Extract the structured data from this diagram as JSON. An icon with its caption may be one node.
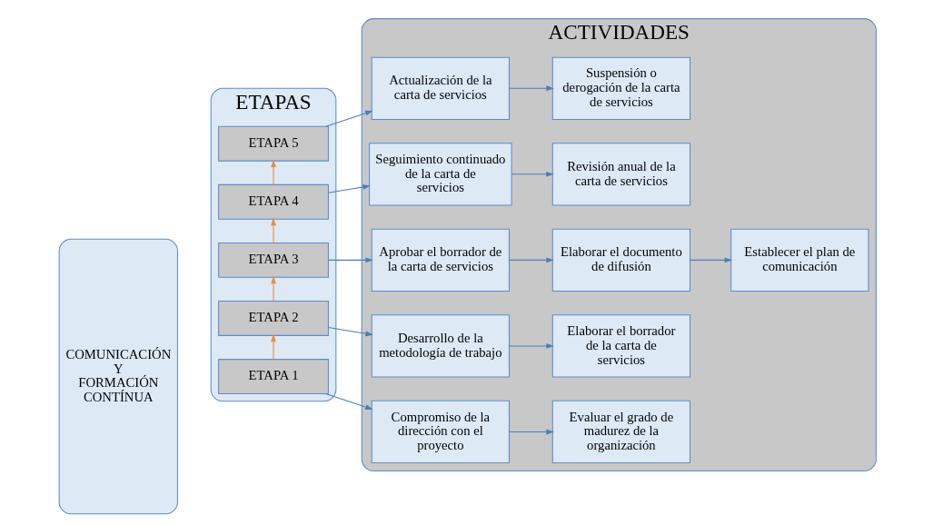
{
  "diagram": {
    "nodes": [
      {
        "text": [
          "ETAPAS"
        ]
      },
      {
        "text": [
          "ETAPA 1"
        ],
        "in": 0
      },
      {
        "text": [
          "ETAPA 2"
        ],
        "in": 0
      },
      {
        "text": [
          "ETAPA 3"
        ],
        "in": 0
      },
      {
        "text": [
          "ETAPA 4"
        ],
        "in": 0
      },
      {
        "text": [
          "ETAPA 5"
        ],
        "in": 0
      },
      {
        "text": [
          "ACTIVIDADES"
        ]
      },
      {
        "text": [
          "Compromiso de la dirección con el proyecto"
        ],
        "in": 6
      },
      {
        "text": [
          "Evaluar el grado de madurez de la organización"
        ],
        "in": 6
      },
      {
        "text": [
          "Desarrollo de la metodología de trabajo"
        ],
        "in": 6
      },
      {
        "text": [
          "Elaborar el borrador de la carta de servicios"
        ],
        "in": 6
      },
      {
        "text": [
          "Aprobar el borrador de la carta de servicios"
        ],
        "in": 6
      },
      {
        "text": [
          "Elaborar el documento de difusión"
        ],
        "in": 6
      },
      {
        "text": [
          "Establecer el plan de comunicación"
        ],
        "in": 6
      },
      {
        "text": [
          "Seguimiento continuado de la carta de servicios"
        ],
        "in": 6
      },
      {
        "text": [
          "Revisión anual de la carta de servicios"
        ],
        "in": 6
      },
      {
        "text": [
          "Actualización de la carta de servicios"
        ],
        "in": 6
      },
      {
        "text": [
          "Suspensión o derogación de la carta de servicios"
        ],
        "in": 6
      },
      {
        "text": [
          "COMUNICACIÓN Y FORMACIÓN CONTÍNUA"
        ]
      }
    ],
    "edges": [
      {
        "from": 1,
        "to": 2,
        "arrow": "to",
        "color": "#f08a3c"
      },
      {
        "from": 2,
        "to": 3,
        "arrow": "to",
        "color": "#f08a3c"
      },
      {
        "from": 3,
        "to": 4,
        "arrow": "to",
        "color": "#f08a3c"
      },
      {
        "from": 4,
        "to": 5,
        "arrow": "to",
        "color": "#f08a3c"
      },
      {
        "from": 1,
        "to": 7,
        "arrow": "to"
      },
      {
        "from": 7,
        "to": 8,
        "arrow": "to"
      },
      {
        "from": 2,
        "to": 9,
        "arrow": "to"
      },
      {
        "from": 9,
        "to": 10,
        "arrow": "to"
      },
      {
        "from": 3,
        "to": 11,
        "arrow": "to"
      },
      {
        "from": 11,
        "to": 12,
        "arrow": "to"
      },
      {
        "from": 12,
        "to": 13,
        "arrow": "to"
      },
      {
        "from": 4,
        "to": 14,
        "arrow": "to"
      },
      {
        "from": 14,
        "to": 15,
        "arrow": "to"
      },
      {
        "from": 5,
        "to": 16,
        "arrow": "to"
      },
      {
        "from": 16,
        "to": 17,
        "arrow": "to"
      }
    ]
  }
}
